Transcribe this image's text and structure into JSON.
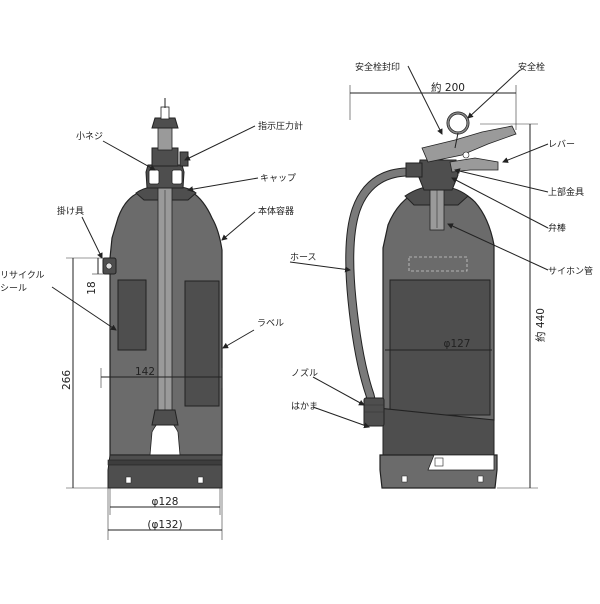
{
  "labels": {
    "kone": "小ネジ",
    "pressure_gauge": "指示圧力計",
    "cap": "キャップ",
    "body_container": "本体容器",
    "hanger": "掛け具",
    "recycle_seal_1": "リサイクル",
    "recycle_seal_2": "シール",
    "label": "ラベル",
    "seal_stamp": "安全栓封印",
    "safety_pin": "安全栓",
    "lever": "レバー",
    "upper_fitting": "上部金具",
    "valve_stem": "弁棒",
    "siphon_tube": "サイホン管",
    "hose": "ホース",
    "nozzle": "ノズル",
    "hakama": "はかま"
  },
  "dimensions": {
    "height_266": "266",
    "dim_18": "18",
    "width_142": "142",
    "dia_128": "φ128",
    "dia_132": "(φ132)",
    "width_200": "約 200",
    "dia_127": "φ127",
    "height_440": "約 440"
  },
  "colors": {
    "body": "#6b6b6b",
    "dark": "#4e4e4e",
    "line": "#222222"
  }
}
